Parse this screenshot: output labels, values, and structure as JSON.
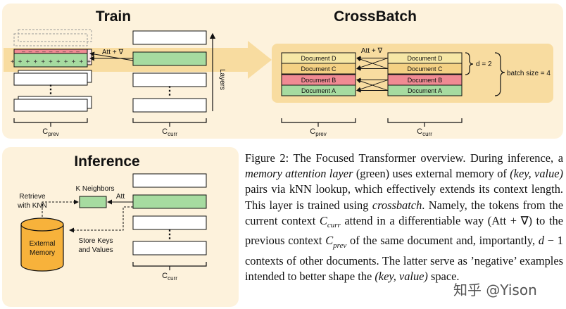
{
  "train": {
    "title": "Train",
    "att_label": "Att + ∇",
    "layers_label": "Layers",
    "cprev_label": "C",
    "cprev_sub": "prev",
    "ccurr_label": "C",
    "ccurr_sub": "curr",
    "minus_row": "– – – – – – – – –",
    "plus_row": "+ + + + + + + + + + +"
  },
  "crossbatch": {
    "title": "CrossBatch",
    "att_label": "Att + ∇",
    "docs_prev": [
      "Document D",
      "Document C",
      "Document B",
      "Document A"
    ],
    "docs_curr": [
      "Document D",
      "Document C",
      "Document B",
      "Document A"
    ],
    "doc_colors": [
      "#f6e7a6",
      "#f4d184",
      "#f08a93",
      "#a6dba0"
    ],
    "d_label": "d = 2",
    "batch_label": "batch size = 4",
    "cprev_label": "C",
    "cprev_sub": "prev",
    "ccurr_label": "C",
    "ccurr_sub": "curr"
  },
  "inference": {
    "title": "Inference",
    "k_neighbors": "K Neighbors",
    "att": "Att",
    "retrieve_1": "Retrieve",
    "retrieve_2": "with KNN",
    "store_1": "Store Keys",
    "store_2": "and Values",
    "memory_1": "External",
    "memory_2": "Memory",
    "ccurr_label": "C",
    "ccurr_sub": "curr"
  },
  "caption": {
    "s1": "Figure 2: The Focused Transformer overview. During inference, a ",
    "s2": "memory attention layer",
    "s3": " (green) uses external memory of ",
    "s4": "(key, value)",
    "s5": " pairs via kNN lookup, which effectively extends its context length. This layer is trained using ",
    "s6": "crossbatch",
    "s7": ". Namely, the tokens from the current context ",
    "s8": "C",
    "s8sub": "curr",
    "s9": " attend in a differentiable way (Att + ∇) to the previous context ",
    "s10": "C",
    "s10sub": "prev",
    "s11": " of the same document and, importantly, ",
    "s12": "d",
    "s13": " − 1 contexts of other documents. The latter serve as ’negative’ examples intended to better shape the ",
    "s14": "(key, value)",
    "s15": " space."
  },
  "watermark": "知乎 @Yison",
  "colors": {
    "panel": "#fdf2dc",
    "band": "#f8dca0",
    "green": "#a6dba0",
    "pink": "#f08a93"
  }
}
